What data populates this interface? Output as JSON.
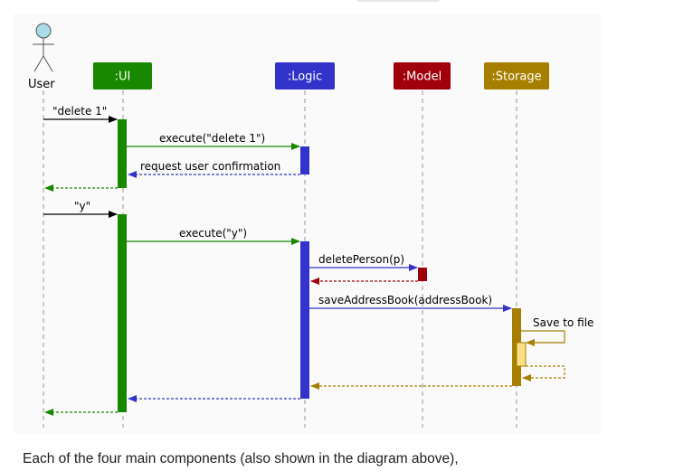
{
  "diagram": {
    "actor": {
      "label": "User"
    },
    "participants": [
      {
        "id": "ui",
        "label": ":UI",
        "color": "#188800"
      },
      {
        "id": "logic",
        "label": ":Logic",
        "color": "#3333cc"
      },
      {
        "id": "model",
        "label": ":Model",
        "color": "#a0000b"
      },
      {
        "id": "storage",
        "label": ":Storage",
        "color": "#a67f00"
      }
    ],
    "messages": {
      "delete_cmd": "\"delete 1\"",
      "execute_delete": "execute(\"delete 1\")",
      "confirm_request": "request user confirmation",
      "yes_input": "\"y\"",
      "execute_y": "execute(\"y\")",
      "delete_person": "deletePerson(p)",
      "save_address_book": "saveAddressBook(addressBook)",
      "save_to_file": "Save to file"
    },
    "colors": {
      "ui": "#188800",
      "logic": "#3333cc",
      "model": "#a0000b",
      "storage": "#a67f00",
      "storage_self": "#ffe082",
      "actor_head": "#a9dbe9",
      "user_arrow": "#000000"
    }
  },
  "caption": "Each of the four main components (also shown in the diagram above),"
}
